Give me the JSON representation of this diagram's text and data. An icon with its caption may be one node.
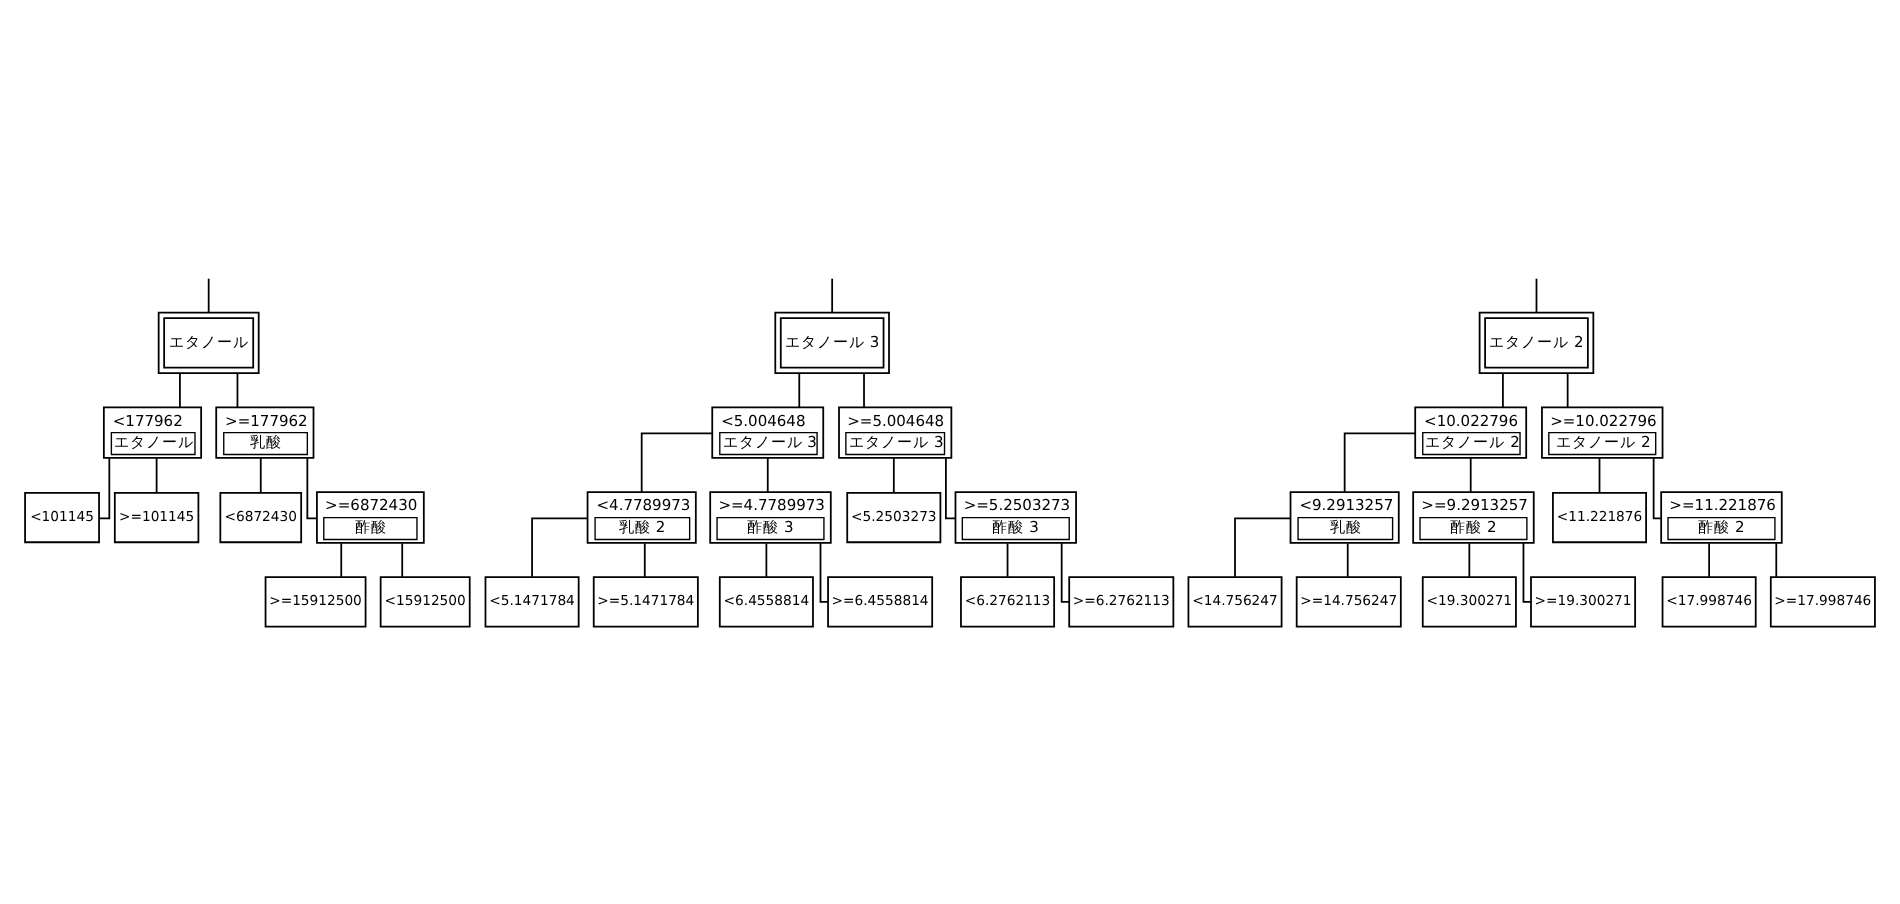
{
  "diagram": {
    "nodes": [
      {
        "text": [
          "エタノール"
        ]
      },
      {
        "text": [
          "<177962",
          "エタノール"
        ]
      },
      {
        "text": [
          ">=177962",
          "乳酸"
        ]
      },
      {
        "text": [
          "<101145"
        ]
      },
      {
        "text": [
          ">=101145"
        ]
      },
      {
        "text": [
          "<6872430"
        ]
      },
      {
        "text": [
          ">=6872430",
          "酢酸"
        ]
      },
      {
        "text": [
          ">=15912500"
        ]
      },
      {
        "text": [
          "<15912500"
        ]
      },
      {
        "text": [
          "エタノール 3"
        ]
      },
      {
        "text": [
          "<5.004648",
          "エタノール 3"
        ]
      },
      {
        "text": [
          ">=5.004648",
          "エタノール 3"
        ]
      },
      {
        "text": [
          "<4.7789973",
          "乳酸 2"
        ]
      },
      {
        "text": [
          ">=4.7789973",
          "酢酸 3"
        ]
      },
      {
        "text": [
          "<5.2503273"
        ]
      },
      {
        "text": [
          ">=5.2503273",
          "酢酸 3"
        ]
      },
      {
        "text": [
          "<5.1471784"
        ]
      },
      {
        "text": [
          ">=5.1471784"
        ]
      },
      {
        "text": [
          "<6.4558814"
        ]
      },
      {
        "text": [
          ">=6.4558814"
        ]
      },
      {
        "text": [
          "<6.2762113"
        ]
      },
      {
        "text": [
          ">=6.2762113"
        ]
      },
      {
        "text": [
          "エタノール 2"
        ]
      },
      {
        "text": [
          "<10.022796",
          "エタノール 2"
        ]
      },
      {
        "text": [
          ">=10.022796",
          "エタノール 2"
        ]
      },
      {
        "text": [
          "<9.2913257",
          "乳酸"
        ]
      },
      {
        "text": [
          ">=9.2913257",
          "酢酸 2"
        ]
      },
      {
        "text": [
          "<11.221876"
        ]
      },
      {
        "text": [
          ">=11.221876",
          "酢酸 2"
        ]
      },
      {
        "text": [
          "<14.756247"
        ]
      },
      {
        "text": [
          ">=14.756247"
        ]
      },
      {
        "text": [
          "<19.300271"
        ]
      },
      {
        "text": [
          ">=19.300271"
        ]
      },
      {
        "text": [
          "<17.998746"
        ]
      },
      {
        "text": [
          ">=17.998746"
        ]
      }
    ],
    "edges": [
      {
        "from": null,
        "to": 0,
        "arrow": "none"
      },
      {
        "from": 0,
        "to": 1,
        "arrow": "none"
      },
      {
        "from": 0,
        "to": 2,
        "arrow": "none"
      },
      {
        "from": 1,
        "to": 3,
        "arrow": "none"
      },
      {
        "from": 1,
        "to": 4,
        "arrow": "none"
      },
      {
        "from": 2,
        "to": 5,
        "arrow": "none"
      },
      {
        "from": 2,
        "to": 6,
        "arrow": "none"
      },
      {
        "from": 6,
        "to": 7,
        "arrow": "none"
      },
      {
        "from": 6,
        "to": 8,
        "arrow": "none"
      },
      {
        "from": null,
        "to": 9,
        "arrow": "none"
      },
      {
        "from": 9,
        "to": 10,
        "arrow": "none"
      },
      {
        "from": 9,
        "to": 11,
        "arrow": "none"
      },
      {
        "from": 10,
        "to": 12,
        "arrow": "none"
      },
      {
        "from": 10,
        "to": 13,
        "arrow": "none"
      },
      {
        "from": 11,
        "to": 14,
        "arrow": "none"
      },
      {
        "from": 11,
        "to": 15,
        "arrow": "none"
      },
      {
        "from": 12,
        "to": 16,
        "arrow": "none"
      },
      {
        "from": 12,
        "to": 17,
        "arrow": "none"
      },
      {
        "from": 13,
        "to": 18,
        "arrow": "none"
      },
      {
        "from": 13,
        "to": 19,
        "arrow": "none"
      },
      {
        "from": 15,
        "to": 20,
        "arrow": "none"
      },
      {
        "from": 15,
        "to": 21,
        "arrow": "none"
      },
      {
        "from": null,
        "to": 22,
        "arrow": "none"
      },
      {
        "from": 22,
        "to": 23,
        "arrow": "none"
      },
      {
        "from": 22,
        "to": 24,
        "arrow": "none"
      },
      {
        "from": 23,
        "to": 25,
        "arrow": "none"
      },
      {
        "from": 23,
        "to": 26,
        "arrow": "none"
      },
      {
        "from": 24,
        "to": 27,
        "arrow": "none"
      },
      {
        "from": 24,
        "to": 28,
        "arrow": "none"
      },
      {
        "from": 25,
        "to": 29,
        "arrow": "none"
      },
      {
        "from": 25,
        "to": 30,
        "arrow": "none"
      },
      {
        "from": 26,
        "to": 31,
        "arrow": "none"
      },
      {
        "from": 26,
        "to": 32,
        "arrow": "none"
      },
      {
        "from": 28,
        "to": 33,
        "arrow": "none"
      },
      {
        "from": 28,
        "to": 34,
        "arrow": "none"
      }
    ]
  }
}
